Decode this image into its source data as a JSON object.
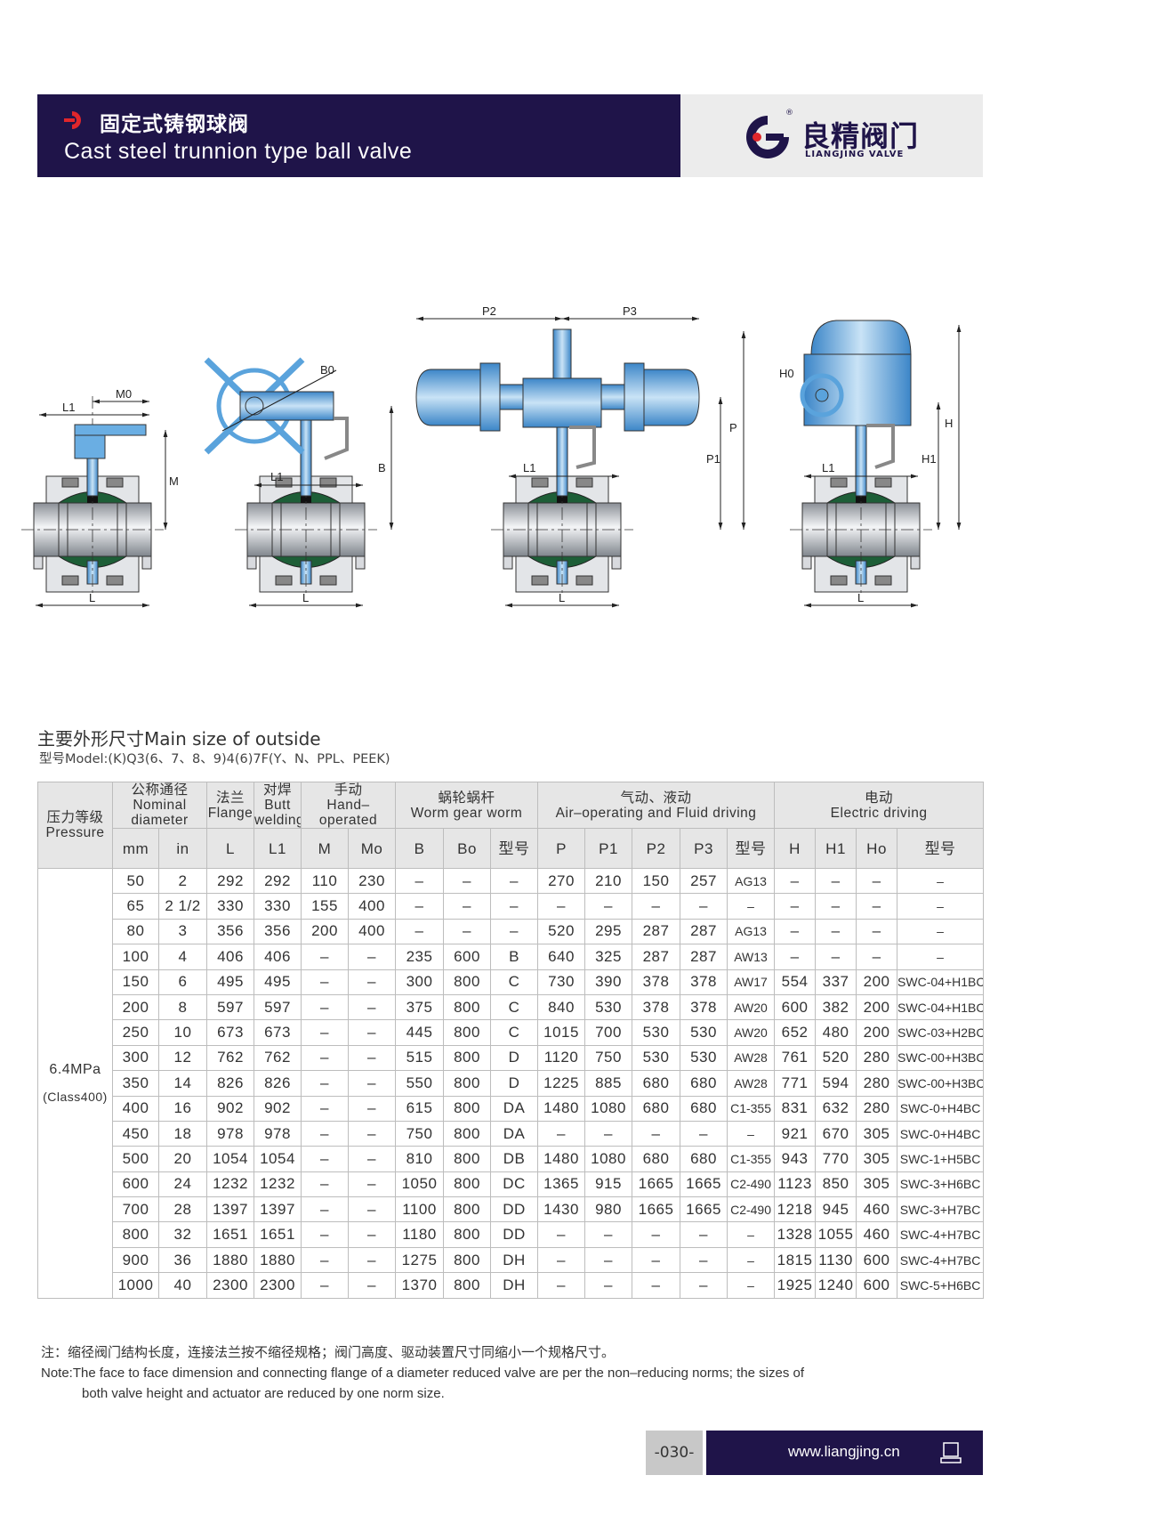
{
  "header": {
    "title_cn": "固定式铸钢球阀",
    "title_en": "Cast steel trunnion type ball valve",
    "brand_cn": "良精阀门",
    "brand_en": "LIANGJING VALVE",
    "registered": "®"
  },
  "drawings": {
    "labels": {
      "l": "L",
      "l1": "L1",
      "m": "M",
      "m0": "M0",
      "b": "B",
      "b0": "B0",
      "p": "P",
      "p1": "P1",
      "p2": "P2",
      "p3": "P3",
      "h": "H",
      "h1": "H1",
      "h0": "H0"
    }
  },
  "section": {
    "title": "主要外形尺寸Main size of outside",
    "model": "型号Model:(K)Q3(6、7、8、9)4(6)7F(Y、N、PPL、PEEK)"
  },
  "table": {
    "groups": {
      "pressure": [
        "压力等级",
        "Pressure"
      ],
      "nominal": [
        "公称通径",
        "Nominal",
        "diameter"
      ],
      "flange": [
        "法兰",
        "Flange"
      ],
      "butt": [
        "对焊",
        "Butt",
        "welding"
      ],
      "hand": [
        "手动",
        "Hand–",
        "operated"
      ],
      "worm": [
        "蜗轮蜗杆",
        "Worm gear worm"
      ],
      "air": [
        "气动、液动",
        "Air–operating and Fluid driving"
      ],
      "electric": [
        "电动",
        "Electric driving"
      ]
    },
    "subheaders": [
      "mm",
      "in",
      "L",
      "L1",
      "M",
      "Mo",
      "B",
      "Bo",
      "型号",
      "P",
      "P1",
      "P2",
      "P3",
      "型号",
      "H",
      "H1",
      "Ho",
      "型号"
    ],
    "pressure": [
      "6.4MPa",
      "(Class400)"
    ],
    "rows": [
      [
        "50",
        "2",
        "292",
        "292",
        "110",
        "230",
        "–",
        "–",
        "–",
        "270",
        "210",
        "150",
        "257",
        "AG13",
        "–",
        "–",
        "–",
        "–"
      ],
      [
        "65",
        "2 1/2",
        "330",
        "330",
        "155",
        "400",
        "–",
        "–",
        "–",
        "–",
        "–",
        "–",
        "–",
        "–",
        "–",
        "–",
        "–",
        "–"
      ],
      [
        "80",
        "3",
        "356",
        "356",
        "200",
        "400",
        "–",
        "–",
        "–",
        "520",
        "295",
        "287",
        "287",
        "AG13",
        "–",
        "–",
        "–",
        "–"
      ],
      [
        "100",
        "4",
        "406",
        "406",
        "–",
        "–",
        "235",
        "600",
        "B",
        "640",
        "325",
        "287",
        "287",
        "AW13",
        "–",
        "–",
        "–",
        "–"
      ],
      [
        "150",
        "6",
        "495",
        "495",
        "–",
        "–",
        "300",
        "800",
        "C",
        "730",
        "390",
        "378",
        "378",
        "AW17",
        "554",
        "337",
        "200",
        "SWC-04+H1BC"
      ],
      [
        "200",
        "8",
        "597",
        "597",
        "–",
        "–",
        "375",
        "800",
        "C",
        "840",
        "530",
        "378",
        "378",
        "AW20",
        "600",
        "382",
        "200",
        "SWC-04+H1BC"
      ],
      [
        "250",
        "10",
        "673",
        "673",
        "–",
        "–",
        "445",
        "800",
        "C",
        "1015",
        "700",
        "530",
        "530",
        "AW20",
        "652",
        "480",
        "200",
        "SWC-03+H2BC"
      ],
      [
        "300",
        "12",
        "762",
        "762",
        "–",
        "–",
        "515",
        "800",
        "D",
        "1120",
        "750",
        "530",
        "530",
        "AW28",
        "761",
        "520",
        "280",
        "SWC-00+H3BC"
      ],
      [
        "350",
        "14",
        "826",
        "826",
        "–",
        "–",
        "550",
        "800",
        "D",
        "1225",
        "885",
        "680",
        "680",
        "AW28",
        "771",
        "594",
        "280",
        "SWC-00+H3BC"
      ],
      [
        "400",
        "16",
        "902",
        "902",
        "–",
        "–",
        "615",
        "800",
        "DA",
        "1480",
        "1080",
        "680",
        "680",
        "C1-355",
        "831",
        "632",
        "280",
        "SWC-0+H4BC"
      ],
      [
        "450",
        "18",
        "978",
        "978",
        "–",
        "–",
        "750",
        "800",
        "DA",
        "–",
        "–",
        "–",
        "–",
        "–",
        "921",
        "670",
        "305",
        "SWC-0+H4BC"
      ],
      [
        "500",
        "20",
        "1054",
        "1054",
        "–",
        "–",
        "810",
        "800",
        "DB",
        "1480",
        "1080",
        "680",
        "680",
        "C1-355",
        "943",
        "770",
        "305",
        "SWC-1+H5BC"
      ],
      [
        "600",
        "24",
        "1232",
        "1232",
        "–",
        "–",
        "1050",
        "800",
        "DC",
        "1365",
        "915",
        "1665",
        "1665",
        "C2-490",
        "1123",
        "850",
        "305",
        "SWC-3+H6BC"
      ],
      [
        "700",
        "28",
        "1397",
        "1397",
        "–",
        "–",
        "1100",
        "800",
        "DD",
        "1430",
        "980",
        "1665",
        "1665",
        "C2-490",
        "1218",
        "945",
        "460",
        "SWC-3+H7BC"
      ],
      [
        "800",
        "32",
        "1651",
        "1651",
        "–",
        "–",
        "1180",
        "800",
        "DD",
        "–",
        "–",
        "–",
        "–",
        "–",
        "1328",
        "1055",
        "460",
        "SWC-4+H7BC"
      ],
      [
        "900",
        "36",
        "1880",
        "1880",
        "–",
        "–",
        "1275",
        "800",
        "DH",
        "–",
        "–",
        "–",
        "–",
        "–",
        "1815",
        "1130",
        "600",
        "SWC-4+H7BC"
      ],
      [
        "1000",
        "40",
        "2300",
        "2300",
        "–",
        "–",
        "1370",
        "800",
        "DH",
        "–",
        "–",
        "–",
        "–",
        "–",
        "1925",
        "1240",
        "600",
        "SWC-5+H6BC"
      ]
    ]
  },
  "note": {
    "cn": "注：缩径阀门结构长度，连接法兰按不缩径规格；阀门高度、驱动装置尺寸同缩小一个规格尺寸。",
    "en1": "Note:The face to face dimension and connecting flange of a diameter reduced valve are per the non–reducing norms; the sizes of",
    "en2": "both valve height and actuator are reduced by one norm size."
  },
  "footer": {
    "page": "-030-",
    "website": "www.liangjing.cn"
  },
  "colors": {
    "brand_navy": "#1f1449",
    "accent_red": "#e0262b",
    "valve_blue": "#5aa3dc",
    "ball_green": "#1d5e37"
  }
}
